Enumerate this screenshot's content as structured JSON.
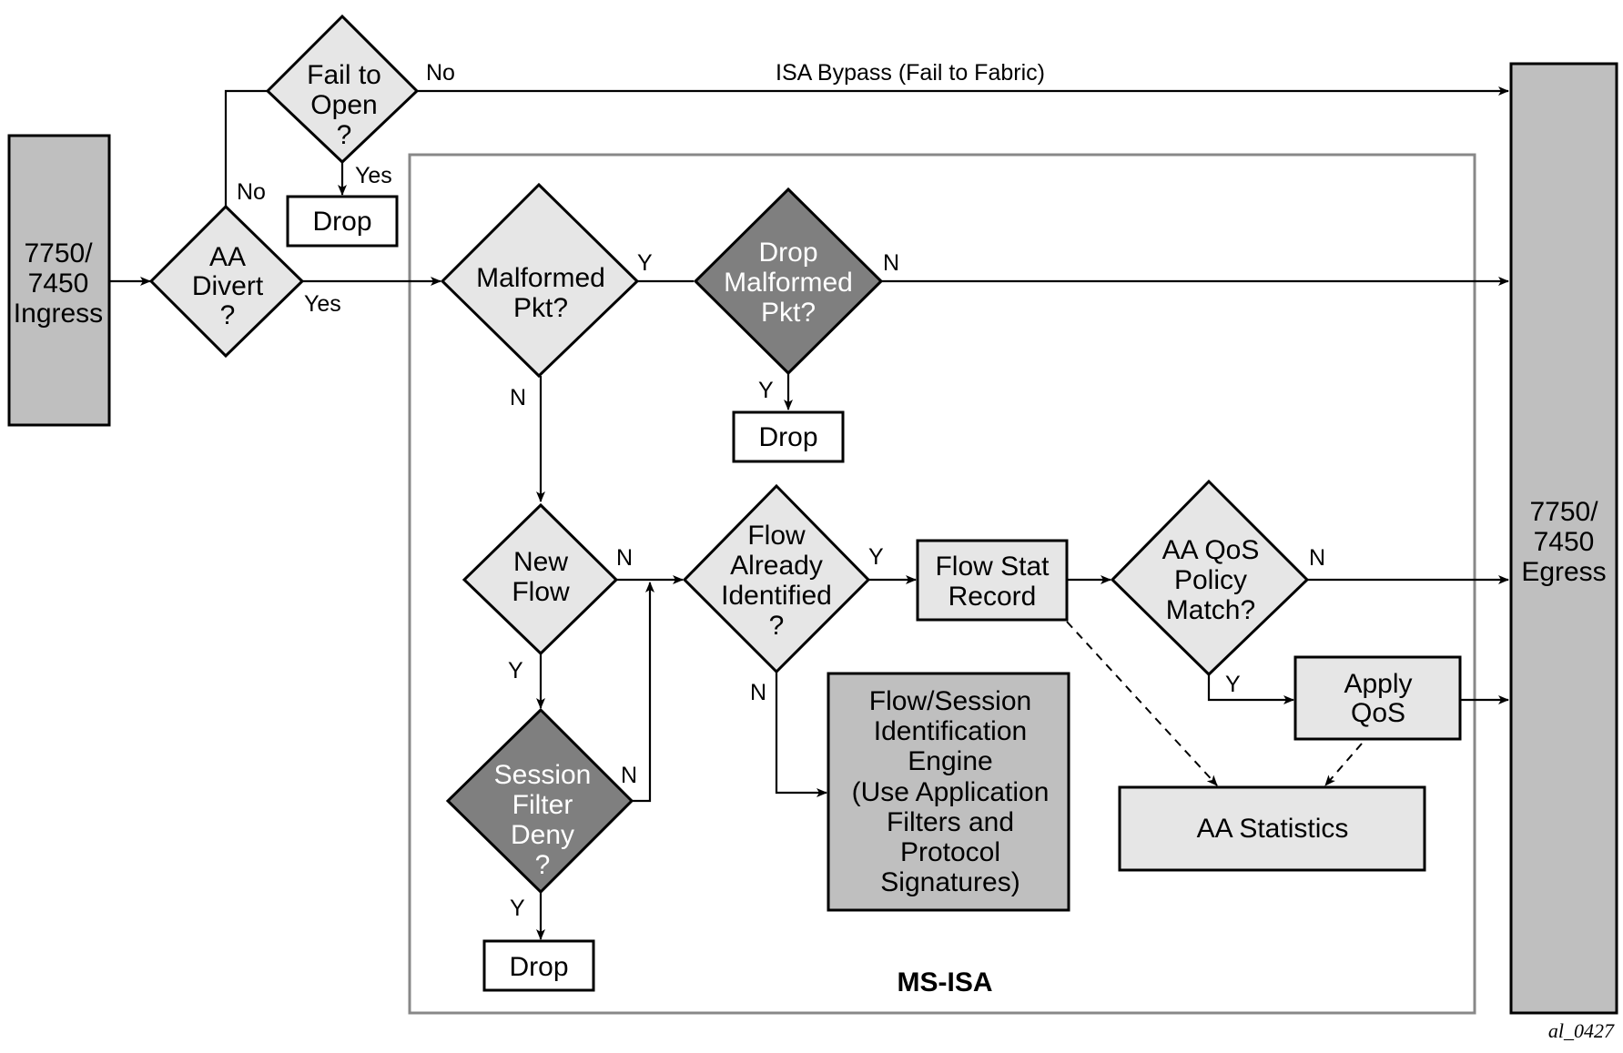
{
  "colors": {
    "light_fill": "#e6e6e6",
    "mid_fill": "#bfbfbf",
    "dark_fill": "#7f7f7f",
    "frame_stroke": "#888888",
    "line": "#000000"
  },
  "nodes": {
    "ingress": [
      "7750/",
      "7450",
      "Ingress"
    ],
    "egress": [
      "7750/",
      "7450",
      "Egress"
    ],
    "aa_divert": [
      "AA",
      "Divert",
      "?"
    ],
    "fail_to_open": [
      "Fail to",
      "Open",
      "?"
    ],
    "drop_top": "Drop",
    "malformed_pkt": [
      "Malformed",
      "Pkt?"
    ],
    "drop_malformed": [
      "Drop",
      "Malformed",
      "Pkt?"
    ],
    "drop_malformed_box": "Drop",
    "new_flow": [
      "New",
      "Flow"
    ],
    "flow_identified": [
      "Flow",
      "Already",
      "Identified",
      "?"
    ],
    "flow_stat_record": [
      "Flow Stat",
      "Record"
    ],
    "aa_qos_match": [
      "AA QoS",
      "Policy",
      "Match?"
    ],
    "apply_qos": [
      "Apply",
      "QoS"
    ],
    "session_filter": [
      "Session",
      "Filter",
      "Deny",
      "?"
    ],
    "drop_session_box": "Drop",
    "id_engine": [
      "Flow/Session",
      "Identification",
      "Engine",
      "(Use Application",
      "Filters and",
      "Protocol",
      "Signatures)"
    ],
    "aa_statistics": "AA Statistics"
  },
  "edge_labels": {
    "fto_no": "No",
    "isa_bypass": "ISA Bypass (Fail to Fabric)",
    "fto_yes": "Yes",
    "divert_no": "No",
    "divert_yes": "Yes",
    "malformed_y": "Y",
    "malformed_n": "N",
    "dropmal_n": "N",
    "dropmal_y": "Y",
    "newflow_n": "N",
    "newflow_y": "Y",
    "flowid_y": "Y",
    "flowid_n": "N",
    "qos_n": "N",
    "qos_y": "Y",
    "session_n": "N",
    "session_y": "Y"
  },
  "container_label": "MS-ISA",
  "figure_ref": "al_0427"
}
